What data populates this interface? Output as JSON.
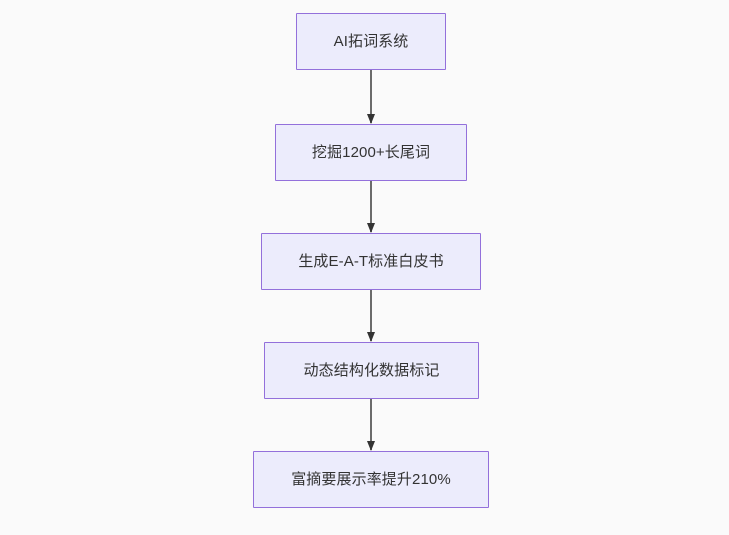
{
  "diagram": {
    "type": "flowchart",
    "direction": "top-to-bottom",
    "background_color": "#fafafa",
    "node_fill_color": "#ececfc",
    "node_border_color": "#9370db",
    "node_text_color": "#333333",
    "edge_color": "#6b6b6b",
    "arrowhead_color": "#333333",
    "nodes": [
      {
        "id": "n1",
        "label": "AI拓词系统"
      },
      {
        "id": "n2",
        "label": "挖掘1200+长尾词"
      },
      {
        "id": "n3",
        "label": "生成E-A-T标准白皮书"
      },
      {
        "id": "n4",
        "label": "动态结构化数据标记"
      },
      {
        "id": "n5",
        "label": "富摘要展示率提升210%"
      }
    ],
    "edges": [
      {
        "from": "n1",
        "to": "n2",
        "label": ""
      },
      {
        "from": "n2",
        "to": "n3",
        "label": ""
      },
      {
        "from": "n3",
        "to": "n4",
        "label": ""
      },
      {
        "from": "n4",
        "to": "n5",
        "label": ""
      }
    ]
  }
}
